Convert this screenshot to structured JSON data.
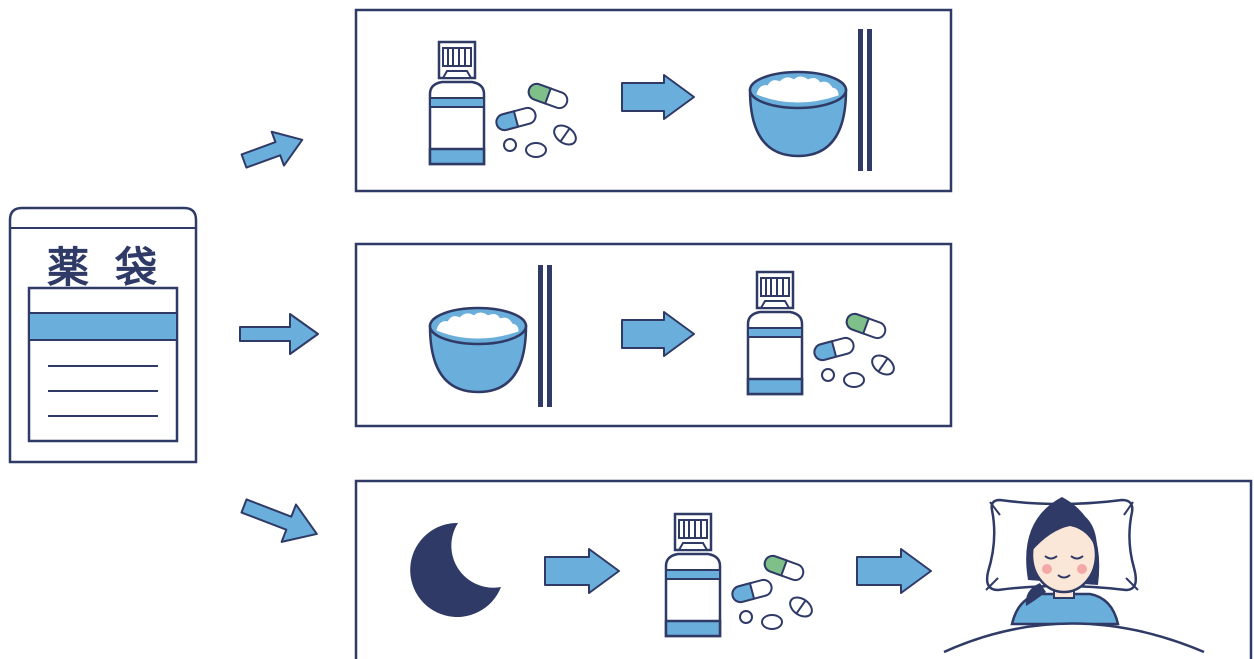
{
  "colors": {
    "navy": "#2f3a66",
    "blue": "#6aaedc",
    "green": "#7fc08a",
    "skin": "#fbe7d8",
    "cheek": "#f4a9a8",
    "white": "#ffffff"
  },
  "envelope": {
    "char1": "薬",
    "char2": "袋",
    "icon": "medicine-envelope"
  },
  "panels": [
    {
      "name": "before-meal",
      "sequence": [
        "medicine-bottle-and-pills",
        "arrow",
        "rice-bowl-with-chopsticks"
      ]
    },
    {
      "name": "after-meal",
      "sequence": [
        "rice-bowl-with-chopsticks",
        "arrow",
        "medicine-bottle-and-pills"
      ]
    },
    {
      "name": "bedtime",
      "sequence": [
        "crescent-moon",
        "arrow",
        "medicine-bottle-and-pills",
        "arrow",
        "sleeping-woman"
      ]
    }
  ]
}
